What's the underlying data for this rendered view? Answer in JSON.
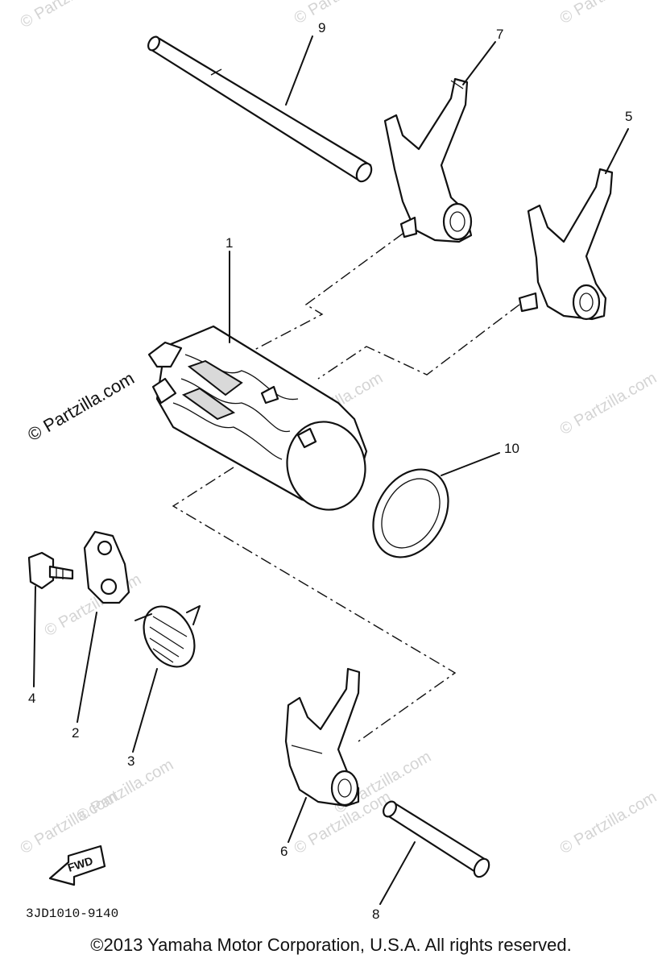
{
  "watermarks": [
    "© Partzilla.com",
    "© Partzilla.com",
    "© Partzilla.com",
    "© Partzilla.com",
    "© Partzilla.com",
    "© Partzilla.com",
    "© Partzilla.com",
    "© Partzilla.com",
    "© Partzilla.com",
    "© Partzilla.com",
    "© Partzilla.com"
  ],
  "main_watermark": "© Partzilla.com",
  "callouts": {
    "c1": "1",
    "c2": "2",
    "c3": "3",
    "c4": "4",
    "c5": "5",
    "c6": "6",
    "c7": "7",
    "c8": "8",
    "c9": "9",
    "c10": "10"
  },
  "fwd_label": "FWD",
  "diagram_code": "3JD1010-9140",
  "copyright": "©2013  Yamaha Motor Corporation, U.S.A. All rights reserved."
}
